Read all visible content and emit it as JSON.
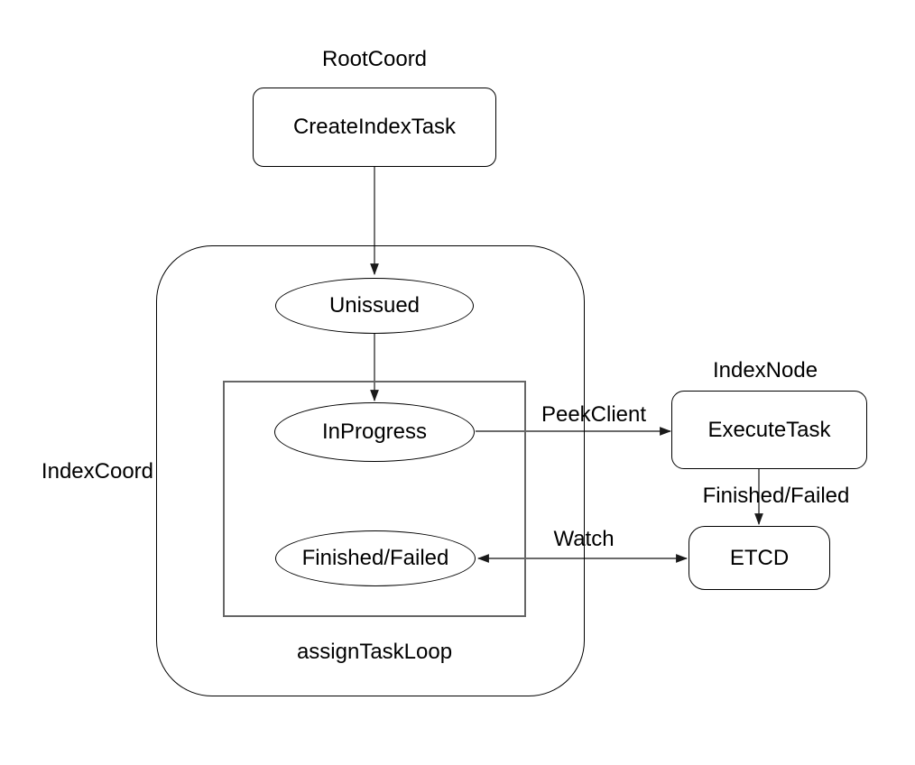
{
  "diagram": {
    "type": "flow-diagram",
    "background": "#ffffff",
    "colors": {
      "text": "#000000",
      "node_stroke": "#000000",
      "inner_group_stroke": "#666666",
      "edge_stroke": "#383838"
    },
    "labels": {
      "root_coord": "RootCoord",
      "create_index_task": "CreateIndexTask",
      "unissued": "Unissued",
      "index_coord": "IndexCoord",
      "in_progress": "InProgress",
      "peek_client": "PeekClient",
      "index_node": "IndexNode",
      "execute_task": "ExecuteTask",
      "finished_failed_edge": "Finished/Failed",
      "finished_failed_state": "Finished/Failed",
      "etcd": "ETCD",
      "watch": "Watch",
      "assign_task_loop": "assignTaskLoop"
    },
    "groups": [
      {
        "name": "IndexCoord",
        "contains": [
          "Unissued",
          "assignTaskLoop"
        ]
      },
      {
        "name": "assignTaskLoop",
        "contains": [
          "InProgress",
          "Finished/Failed"
        ]
      }
    ],
    "edges": [
      {
        "from": "CreateIndexTask",
        "to": "Unissued",
        "label": "",
        "direction": "one-way"
      },
      {
        "from": "Unissued",
        "to": "InProgress",
        "label": "",
        "direction": "one-way"
      },
      {
        "from": "InProgress",
        "to": "ExecuteTask",
        "label": "PeekClient",
        "direction": "one-way"
      },
      {
        "from": "ExecuteTask",
        "to": "ETCD",
        "label": "Finished/Failed",
        "direction": "one-way"
      },
      {
        "from": "ETCD",
        "to": "Finished/Failed",
        "label": "Watch",
        "direction": "two-way"
      }
    ]
  }
}
